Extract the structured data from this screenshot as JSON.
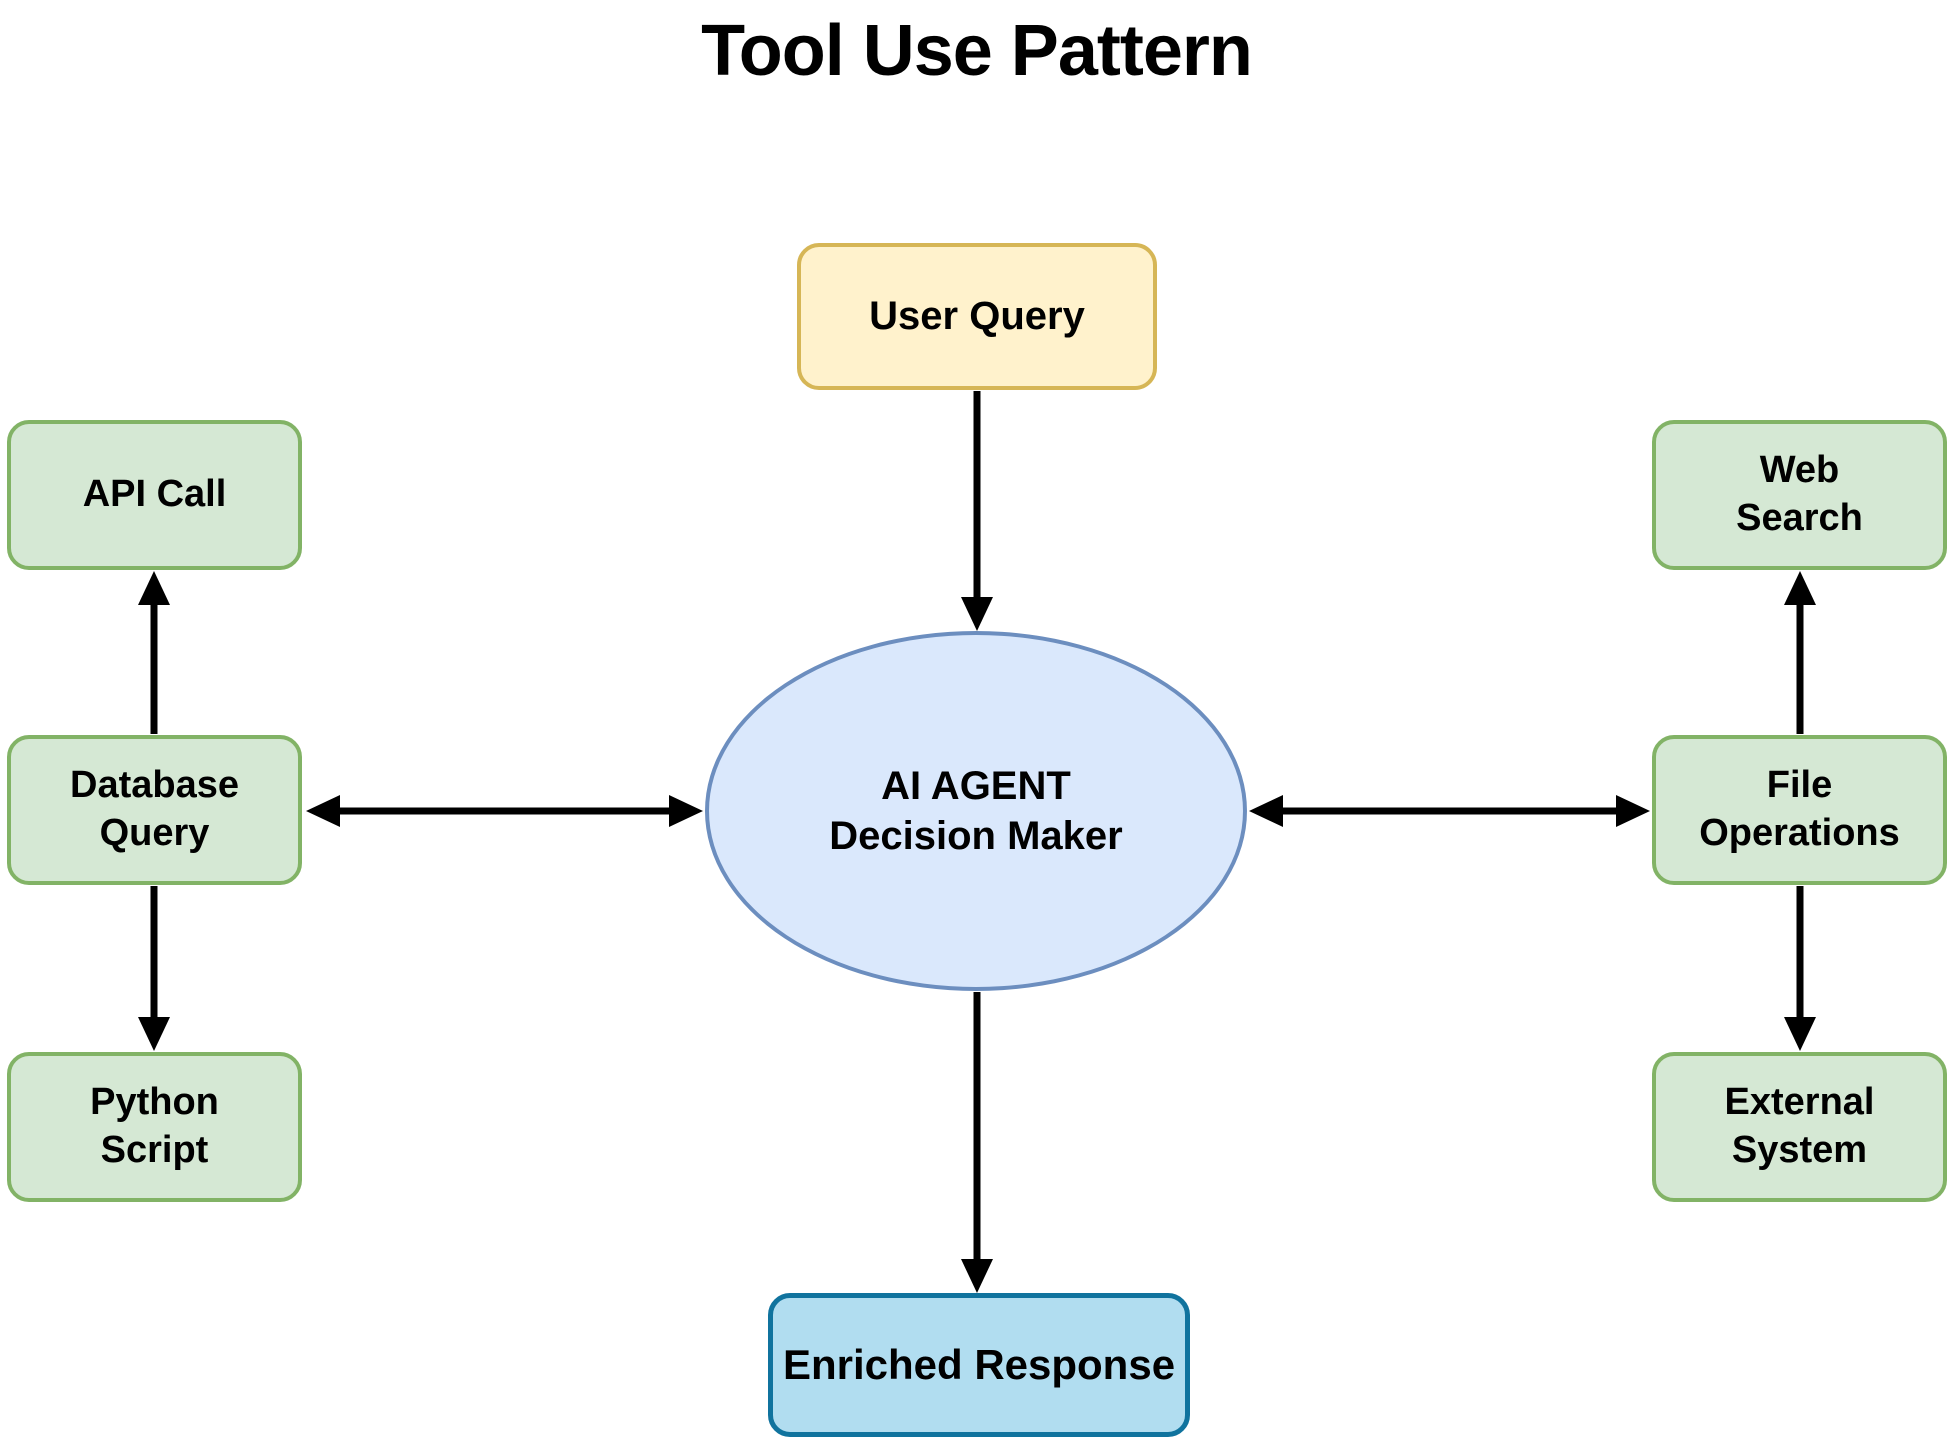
{
  "title": "Tool Use Pattern",
  "colors": {
    "background": "#FFFFFF",
    "text": "#000000",
    "arrow": "#000000",
    "user_query_fill": "#FFF2CC",
    "user_query_border": "#D6B656",
    "tool_fill": "#D5E8D4",
    "tool_border": "#82B366",
    "agent_fill": "#DAE8FC",
    "agent_border": "#6C8EBF",
    "response_fill": "#B1DDF0",
    "response_border": "#10739E"
  },
  "nodes": {
    "user_query": {
      "label": "User Query",
      "shape": "rounded-rect",
      "color": "yellow"
    },
    "agent": {
      "label": "AI AGENT\nDecision Maker",
      "shape": "ellipse",
      "color": "blue"
    },
    "enriched_response": {
      "label": "Enriched Response",
      "shape": "rounded-rect",
      "color": "cyan"
    },
    "api_call": {
      "label": "API Call",
      "shape": "rounded-rect",
      "color": "green"
    },
    "database_query": {
      "label": "Database\nQuery",
      "shape": "rounded-rect",
      "color": "green"
    },
    "python_script": {
      "label": "Python\nScript",
      "shape": "rounded-rect",
      "color": "green"
    },
    "web_search": {
      "label": "Web\nSearch",
      "shape": "rounded-rect",
      "color": "green"
    },
    "file_operations": {
      "label": "File\nOperations",
      "shape": "rounded-rect",
      "color": "green"
    },
    "external_system": {
      "label": "External\nSystem",
      "shape": "rounded-rect",
      "color": "green"
    }
  },
  "edges": [
    {
      "from": "user_query",
      "to": "agent",
      "direction": "one-way"
    },
    {
      "from": "agent",
      "to": "enriched_response",
      "direction": "one-way"
    },
    {
      "from": "database_query",
      "to": "agent",
      "direction": "two-way"
    },
    {
      "from": "agent",
      "to": "file_operations",
      "direction": "two-way"
    },
    {
      "from": "database_query",
      "to": "api_call",
      "direction": "one-way"
    },
    {
      "from": "database_query",
      "to": "python_script",
      "direction": "one-way"
    },
    {
      "from": "file_operations",
      "to": "web_search",
      "direction": "one-way"
    },
    {
      "from": "file_operations",
      "to": "external_system",
      "direction": "one-way"
    }
  ]
}
